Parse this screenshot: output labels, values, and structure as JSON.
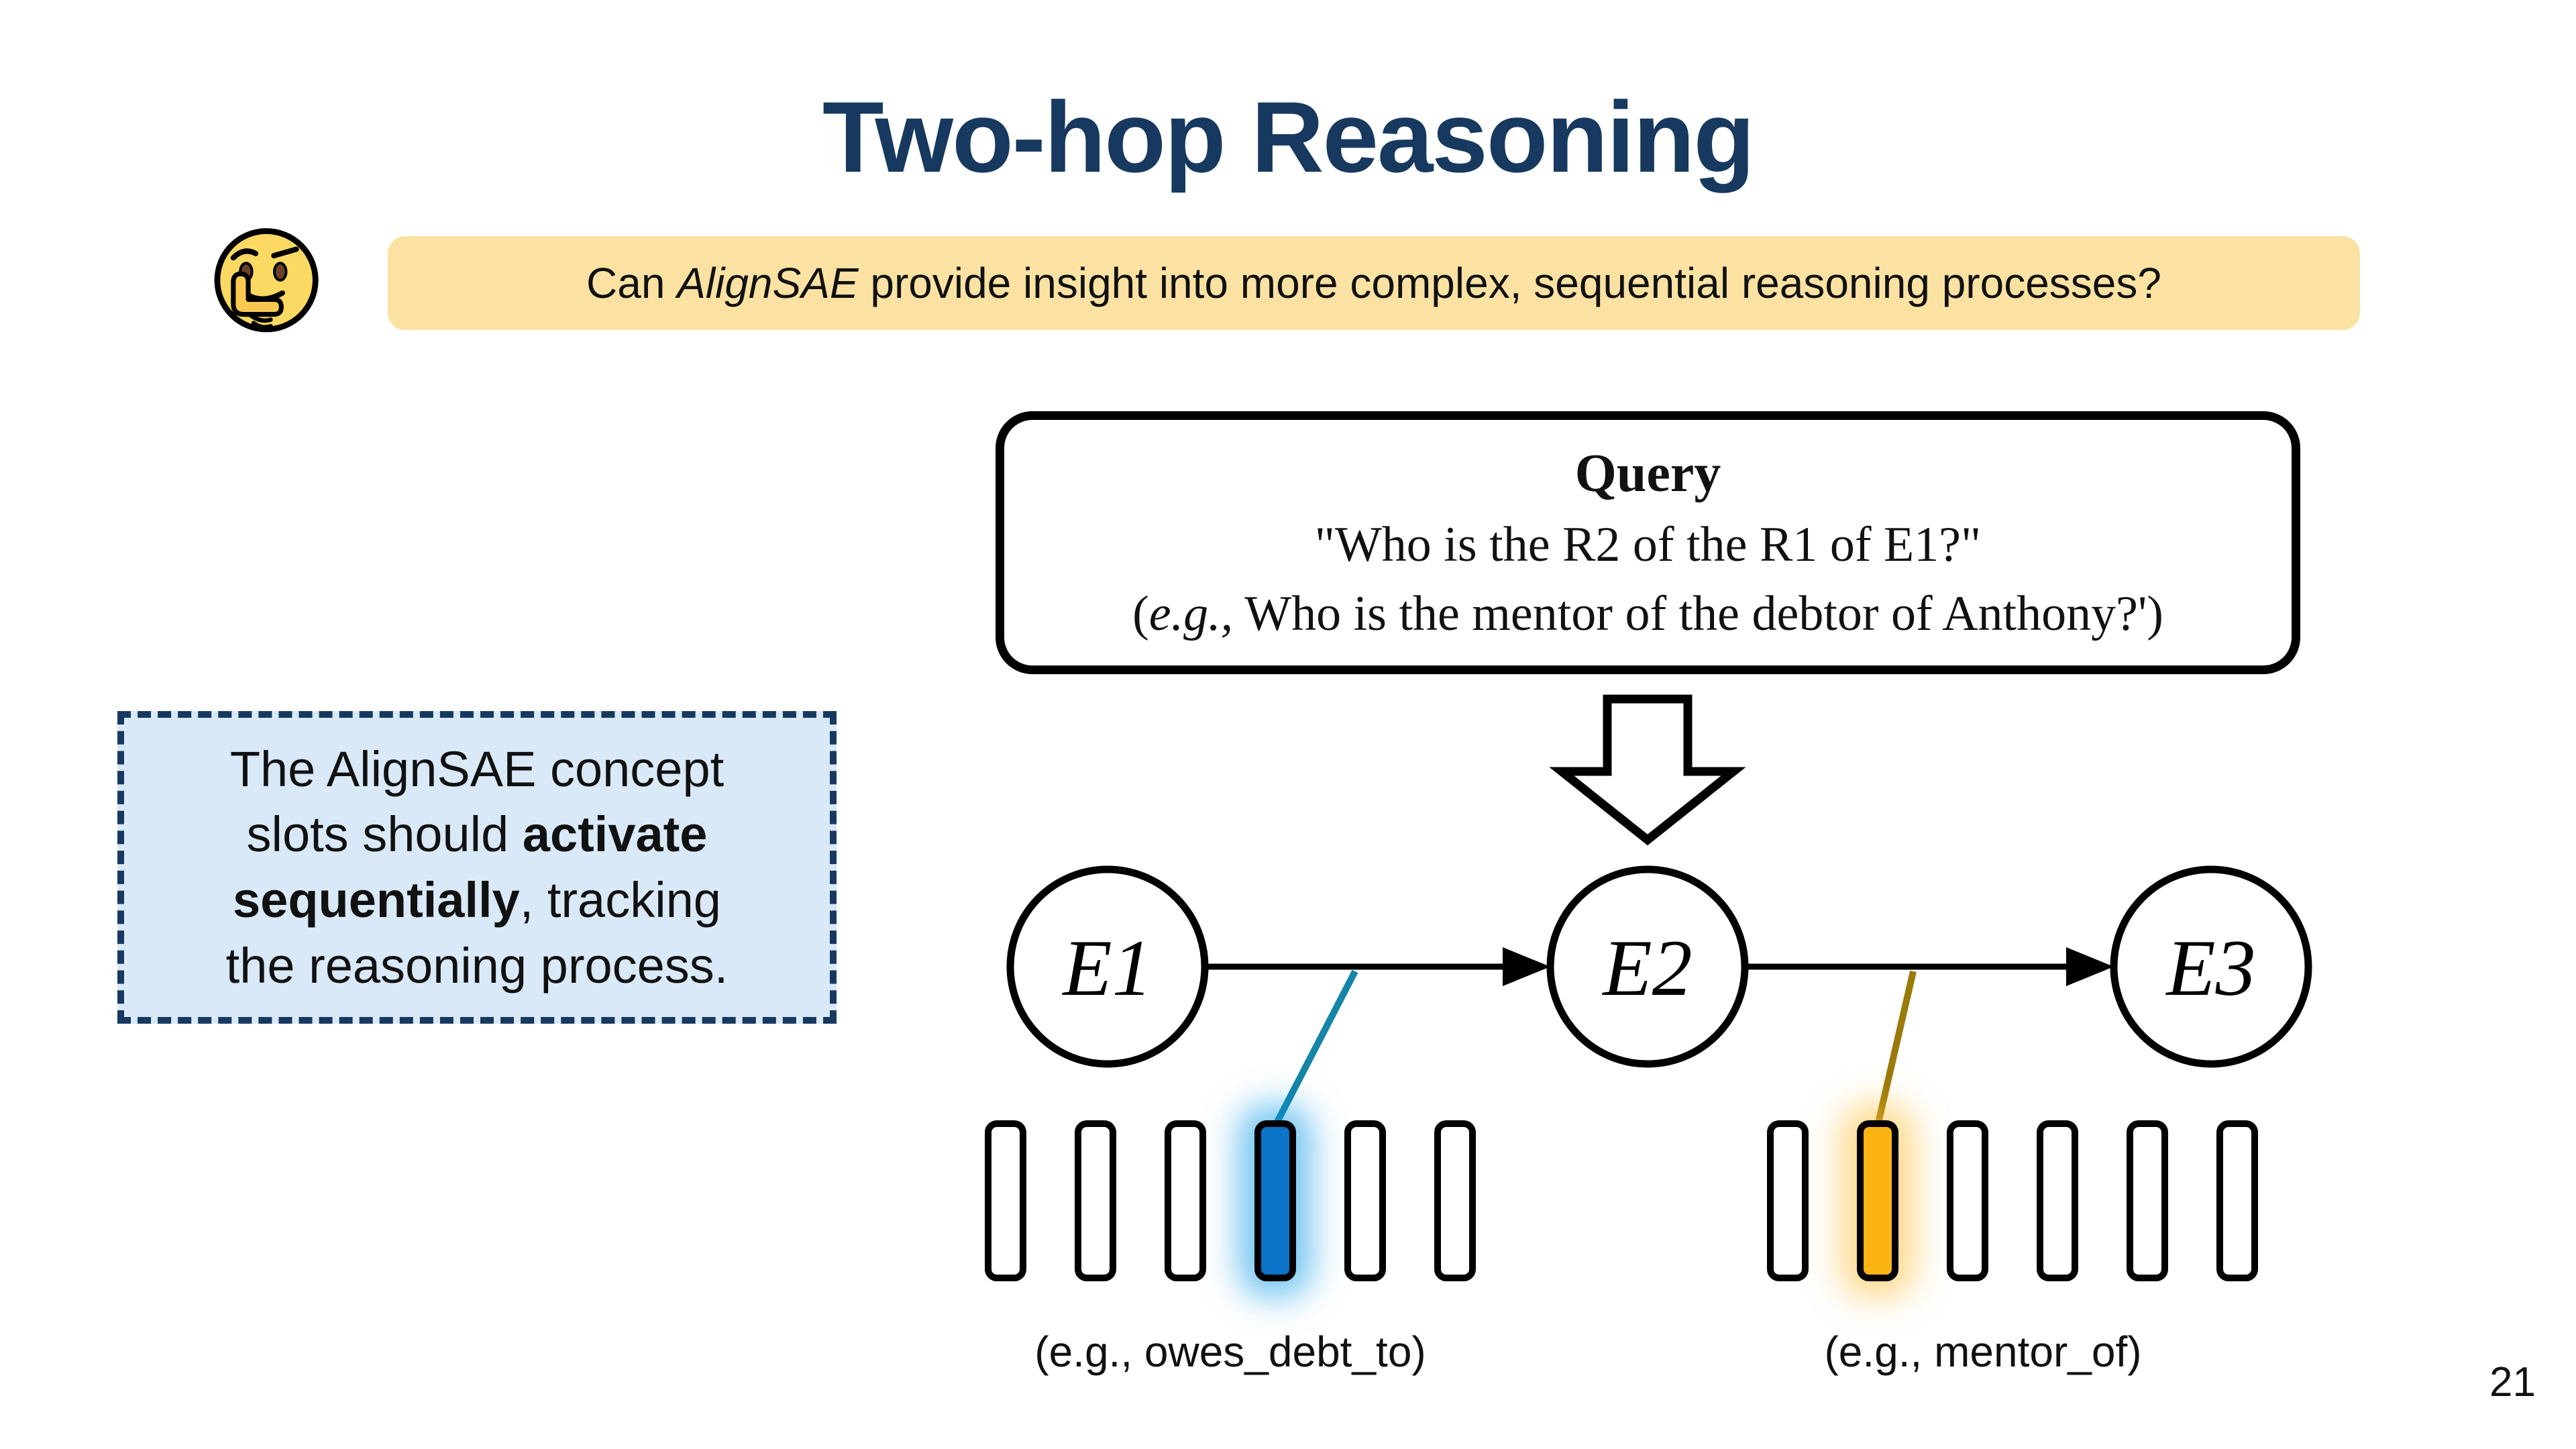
{
  "page": {
    "number": "21",
    "background": "#ffffff"
  },
  "title": {
    "text": "Two-hop Reasoning",
    "color": "#17395f"
  },
  "question_banner": {
    "emoji": "thinking-face",
    "bg": "#fbe2a3",
    "text_prefix": "Can ",
    "text_italic": "AlignSAE",
    "text_suffix": " provide insight into more complex, sequential reasoning processes?"
  },
  "query_box": {
    "heading": "Query",
    "line1": "\"Who is the R2 of the R1 of E1?\"",
    "line2_prefix": "(",
    "line2_italic": "e.g.,",
    "line2_suffix": " Who is the mentor of the debtor of Anthony?')"
  },
  "note_box": {
    "bg": "#d9e9f8",
    "border_color": "#17395f",
    "line1": "The AlignSAE concept",
    "line2_normal": "slots should ",
    "line2_bold": "activate",
    "line3_bold": "sequentially",
    "line3_normal": ", tracking",
    "line4": "the reasoning process."
  },
  "graph": {
    "entities": [
      {
        "label": "E1"
      },
      {
        "label": "E2"
      },
      {
        "label": "E3"
      }
    ],
    "slot_groups": [
      {
        "side": "left",
        "count": 6,
        "active_index": 3,
        "active_color": "#0b73c8",
        "glow": "rgba(0,150,230,0.55)",
        "line_color": "#1585a8",
        "label": "(e.g., owes_debt_to)"
      },
      {
        "side": "right",
        "count": 6,
        "active_index": 1,
        "active_color": "#fcb414",
        "glow": "rgba(252,186,44,0.55)",
        "line_color": "#9a7a0a",
        "label": "(e.g., mentor_of)"
      }
    ]
  }
}
